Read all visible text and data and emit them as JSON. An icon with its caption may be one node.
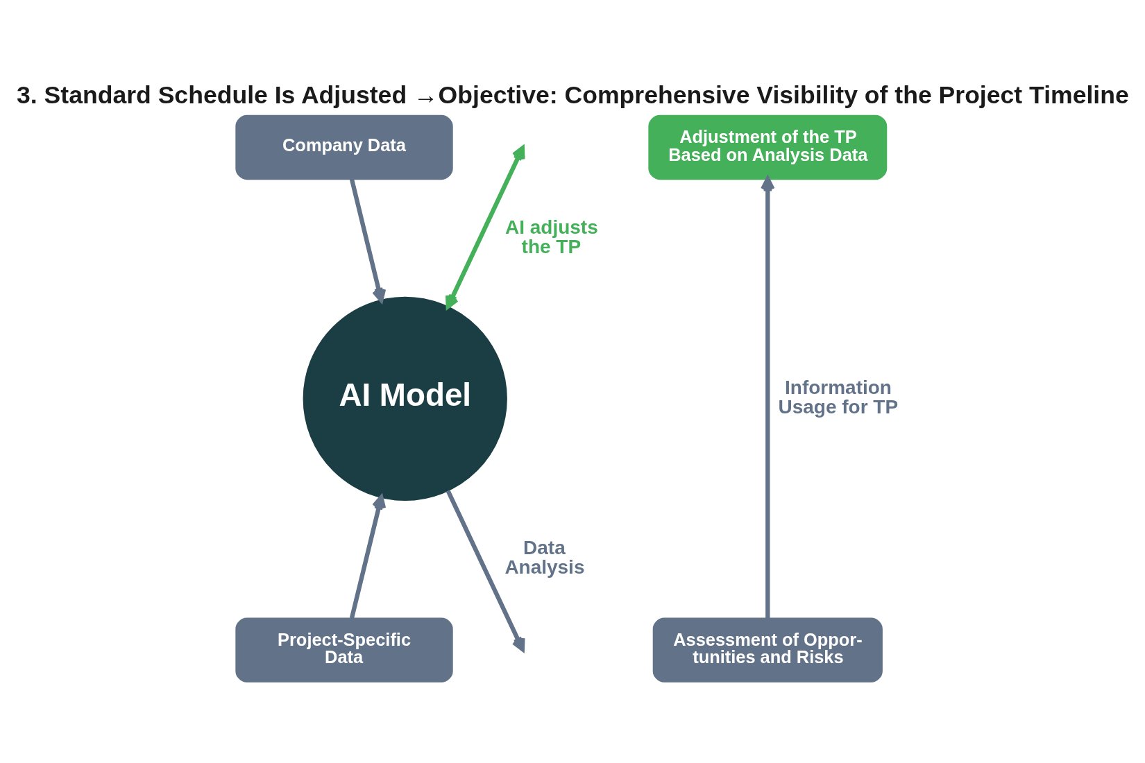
{
  "diagram": {
    "title": "3. Standard Schedule Is Adjusted →Objective: Comprehensive Visibility of the Project Timeline",
    "nodes": [
      {
        "text": [
          "Company Data"
        ]
      },
      {
        "text": [
          "Project-Specific Data"
        ]
      },
      {
        "text": [
          "AI Model"
        ]
      },
      {
        "text": [
          "Adjustment of the TP Based on Analysis Data"
        ]
      },
      {
        "text": [
          "Assessment of Oppor- tunities and Risks"
        ]
      }
    ],
    "edges": [
      {
        "from": 0,
        "to": 2,
        "arrow": "to"
      },
      {
        "from": 1,
        "to": 2,
        "arrow": "to"
      },
      {
        "from": 2,
        "to": null,
        "arrow": "to",
        "label": "Data Analysis"
      },
      {
        "from": 2,
        "to": null,
        "arrow": "both",
        "label": "AI adjusts the TP",
        "color": "#45b05a"
      },
      {
        "from": 4,
        "to": 3,
        "arrow": "to",
        "label": "Information Usage for TP"
      }
    ]
  }
}
